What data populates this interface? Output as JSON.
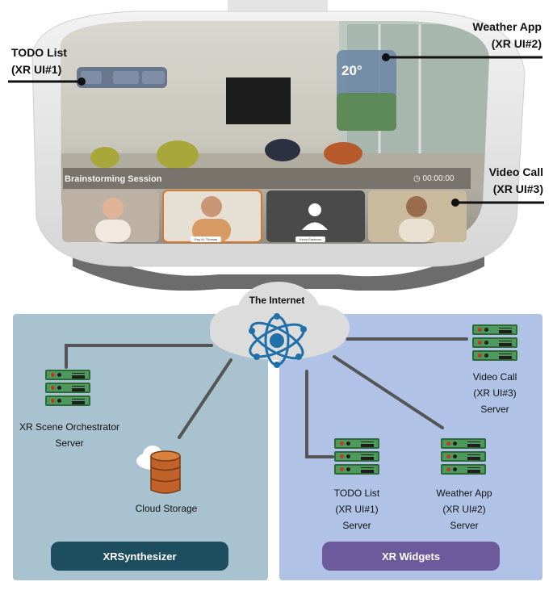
{
  "headset": {
    "todo_label_line1": "TODO List",
    "todo_label_line2": "(XR UI#1)",
    "weather_label_line1": "Weather App",
    "weather_label_line2": "(XR UI#2)",
    "video_label_line1": "Video Call",
    "video_label_line2": "(XR UI#3)",
    "session_title": "Brainstorming Session",
    "session_timer": "00:00:00",
    "weather_temp": "20°",
    "participants": [
      "",
      "Roy M. Thomas",
      "Kevin Eastman",
      ""
    ]
  },
  "diagram": {
    "internet_label": "The Internet",
    "left_panel": {
      "title": "XRSynthesizer",
      "orchestrator_line1": "XR Scene Orchestrator",
      "orchestrator_line2": "Server",
      "storage_label": "Cloud Storage"
    },
    "right_panel": {
      "title": "XR Widgets",
      "video_line1": "Video Call",
      "video_line2": "(XR UI#3)",
      "video_line3": "Server",
      "todo_line1": "TODO List",
      "todo_line2": "(XR UI#1)",
      "todo_line3": "Server",
      "weather_line1": "Weather App",
      "weather_line2": "(XR UI#2)",
      "weather_line3": "Server"
    }
  },
  "colors": {
    "left_panel_bg": "#a9c2d0",
    "right_panel_bg": "#b0c3e6",
    "left_pill": "#1d4e5f",
    "right_pill": "#6d5a9c",
    "server_green": "#4e9a5c",
    "line_gray": "#555555"
  }
}
